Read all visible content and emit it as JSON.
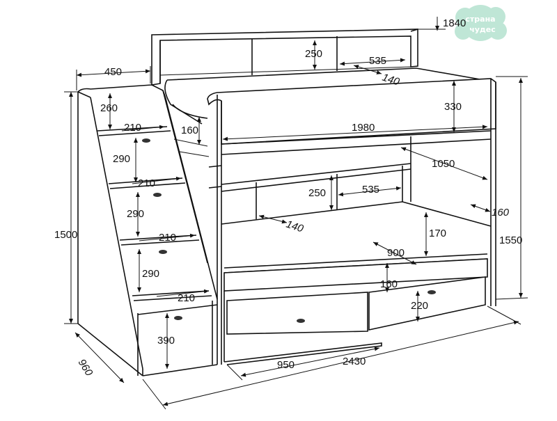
{
  "logo": {
    "line1": "страна",
    "line2": "чудес"
  },
  "dimensions": {
    "top_height_total": "1840",
    "shelf_top_height": "250",
    "shelf_top_width": "535",
    "shelf_top_depth": "140",
    "stair_depth": "450",
    "step_top_height": "260",
    "step1_depth": "210",
    "rail_height": "160",
    "step1_height": "290",
    "step2_depth": "210",
    "step2_height": "290",
    "step3_depth": "210",
    "step3_height": "290",
    "step4_depth": "210",
    "bottom_box_height": "390",
    "stair_total_height": "1500",
    "stair_width": "960",
    "upper_guard_height": "330",
    "upper_length": "1980",
    "upper_width": "1050",
    "mid_shelf_height": "250",
    "mid_shelf_width": "535",
    "mid_shelf_depth": "140",
    "side_gap": "160",
    "lower_guard_height": "170",
    "lower_mattress_width": "900",
    "drawer_gap": "160",
    "drawer_height": "220",
    "drawer_width": "950",
    "total_length": "2430",
    "total_height": "1550"
  }
}
